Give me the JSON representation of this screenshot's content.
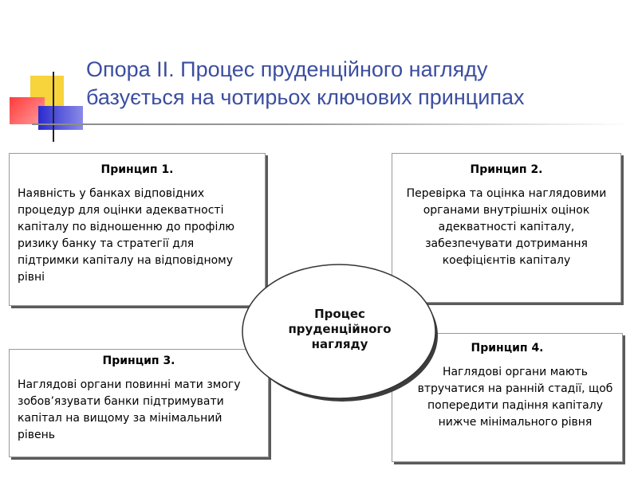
{
  "title": {
    "line1": "Опора ІІ. Процес пруденційного нагляду",
    "line2": "базується на чотирьох ключових принципах"
  },
  "center": {
    "line1": "Процес",
    "line2": "пруденційного",
    "line3": "нагляду"
  },
  "principles": [
    {
      "heading": "Принцип 1.",
      "text": "Наявність у банках відповідних процедур для оцінки адекватності капіталу по відношенню до профілю ризику банку  та стратегії для підтримки капіталу на відповідному рівні"
    },
    {
      "heading": "Принцип 2.",
      "text": "Перевірка та оцінка наглядовими органами внутрішніх оцінок адекватності капіталу, забезпечувати дотримання коефіцієнтів капіталу"
    },
    {
      "heading": "Принцип 3.",
      "text": "Наглядові органи повинні мати змогу зобов’язувати банки підтримувати капітал на вищому за мінімальний рівень"
    },
    {
      "heading": "Принцип 4.",
      "text": "Наглядові органи мають втручатися на ранній стадії, щоб попередити падіння капіталу нижче мінімального рівня"
    }
  ],
  "colors": {
    "title": "#3b4ea0",
    "deco_yellow": "#f7d33c",
    "deco_red": "#ff4a4a",
    "deco_blue": "#3030d0"
  }
}
